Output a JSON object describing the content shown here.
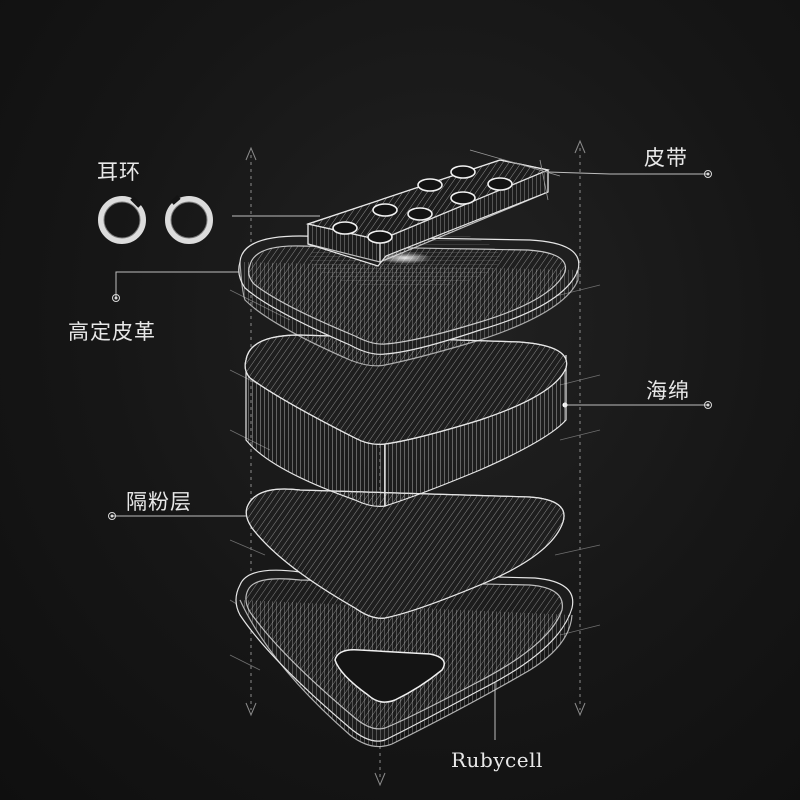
{
  "labels": {
    "earring": "耳环",
    "belt": "皮带",
    "leather": "高定皮革",
    "sponge": "海绵",
    "powder_barrier": "隔粉层",
    "brand": "Rubycell"
  },
  "colors": {
    "background": "#141414",
    "line": "#e6e6e6"
  }
}
